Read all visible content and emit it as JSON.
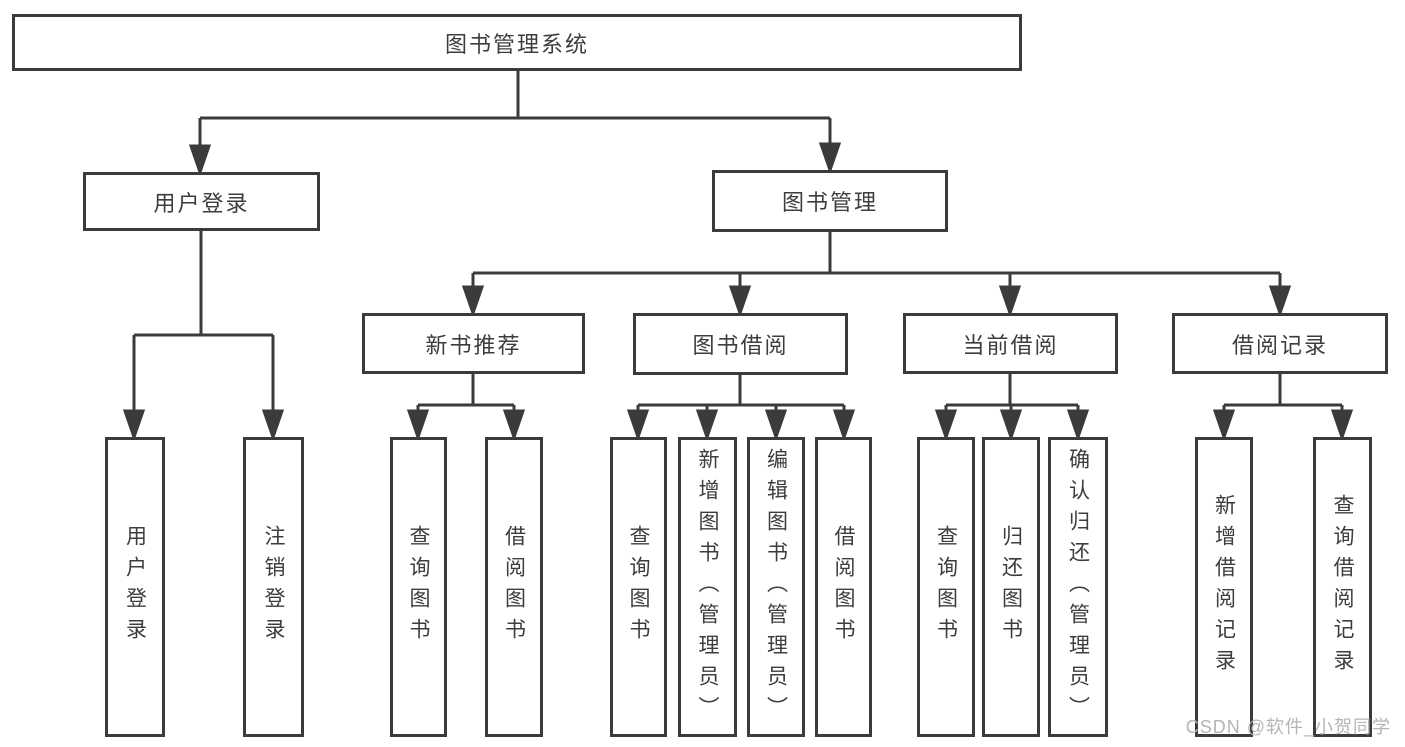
{
  "tree": {
    "root": {
      "label": "图书管理系统",
      "children": [
        {
          "label": "用户登录",
          "children": [
            {
              "label": "用户登录"
            },
            {
              "label": "注销登录"
            }
          ]
        },
        {
          "label": "图书管理",
          "children": [
            {
              "label": "新书推荐",
              "children": [
                {
                  "label": "查询图书"
                },
                {
                  "label": "借阅图书"
                }
              ]
            },
            {
              "label": "图书借阅",
              "children": [
                {
                  "label": "查询图书"
                },
                {
                  "label": "新增图书（管理员）"
                },
                {
                  "label": "编辑图书（管理员）"
                },
                {
                  "label": "借阅图书"
                }
              ]
            },
            {
              "label": "当前借阅",
              "children": [
                {
                  "label": "查询图书"
                },
                {
                  "label": "归还图书"
                },
                {
                  "label": "确认归还（管理员）"
                }
              ]
            },
            {
              "label": "借阅记录",
              "children": [
                {
                  "label": "新增借阅记录"
                },
                {
                  "label": "查询借阅记录"
                }
              ]
            }
          ]
        }
      ]
    }
  },
  "watermark": {
    "text": "CSDN @软件_小贺同学",
    "color": "#b5b5b5"
  },
  "colors": {
    "line": "#3b3b3b",
    "text": "#3d3d3d",
    "background": "#ffffff"
  }
}
